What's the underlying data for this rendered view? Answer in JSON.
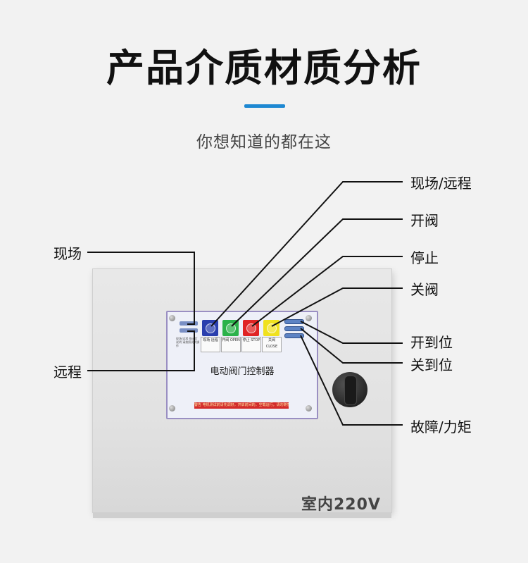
{
  "header": {
    "title": "产品介质材质分析",
    "subtitle": "你想知道的都在这",
    "accent_color": "#1e88d2"
  },
  "device": {
    "panel_title": "电动阀门控制器",
    "voltage_label": "室内220V",
    "warning_text": "警告 电机测试前请先调好，开启前间的，空载运行，请勿随意调节",
    "mini_text": "现场/远程 指示灯说明 请按照说明操作",
    "buttons": [
      {
        "color": "#2a3fae",
        "label": "现场 远程"
      },
      {
        "color": "#2bb24a",
        "label": "开阀 OPEN"
      },
      {
        "color": "#e02424",
        "label": "停止 STOP"
      },
      {
        "color": "#f0e11e",
        "label": "关阀 CLOSE"
      }
    ]
  },
  "callouts": {
    "local_remote": "现场/远程",
    "open_valve": "开阀",
    "stop": "停止",
    "close_valve": "关阀",
    "opened": "开到位",
    "closed": "关到位",
    "fault_torque": "故障/力矩",
    "local": "现场",
    "remote": "远程"
  }
}
